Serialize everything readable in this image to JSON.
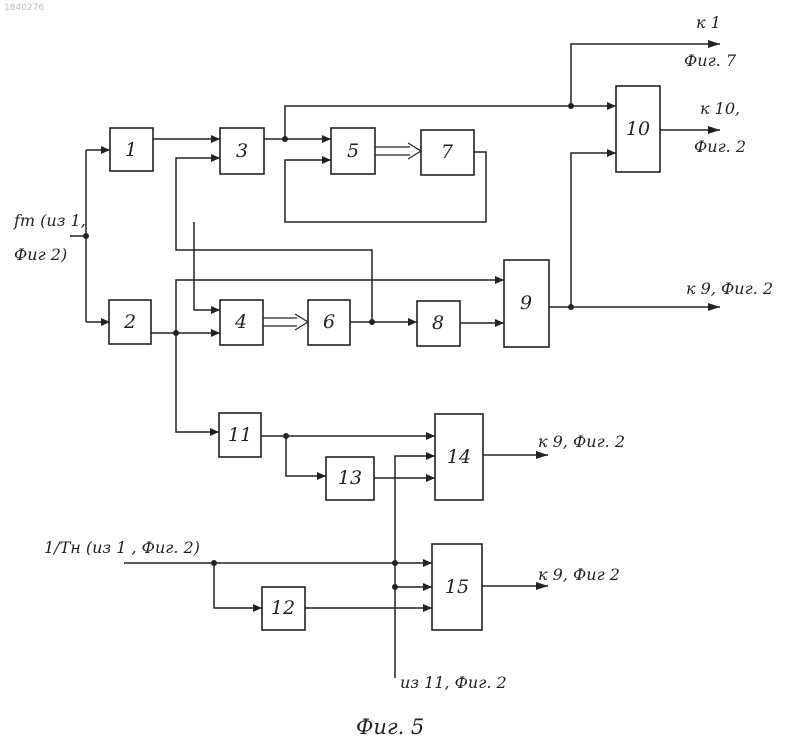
{
  "watermark": "1840276",
  "caption": "Фиг. 5",
  "blocks": [
    {
      "id": "1",
      "label": "1"
    },
    {
      "id": "2",
      "label": "2"
    },
    {
      "id": "3",
      "label": "3"
    },
    {
      "id": "4",
      "label": "4"
    },
    {
      "id": "5",
      "label": "5"
    },
    {
      "id": "6",
      "label": "6"
    },
    {
      "id": "7",
      "label": "7"
    },
    {
      "id": "8",
      "label": "8"
    },
    {
      "id": "9",
      "label": "9"
    },
    {
      "id": "10",
      "label": "10"
    },
    {
      "id": "11",
      "label": "11"
    },
    {
      "id": "12",
      "label": "12"
    },
    {
      "id": "13",
      "label": "13"
    },
    {
      "id": "14",
      "label": "14"
    },
    {
      "id": "15",
      "label": "15"
    }
  ],
  "labels": {
    "input_ft_line1": "fт (из 1,",
    "input_ft_line2": "Фиг 2)",
    "input_tn": "1/Tн (из 1 , Фиг. 2)",
    "out_top_line1": "к 1",
    "out_top_line2": "Фиг. 7",
    "out_10_line1": "к 10,",
    "out_10_line2": "Фиг. 2",
    "out_9": "к 9, Фиг. 2",
    "out_14": "к 9, Фиг. 2",
    "out_15": "к 9, Фиг 2",
    "in_11": "из 11, Фиг. 2"
  }
}
